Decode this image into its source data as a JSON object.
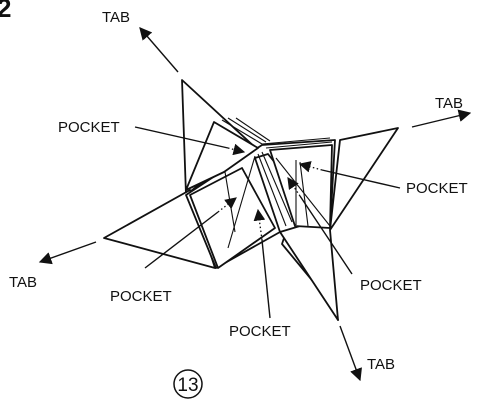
{
  "figure": {
    "corner_number": "2",
    "step_number": "13",
    "tab_labels": [
      "TAB",
      "TAB",
      "TAB",
      "TAB"
    ],
    "pocket_labels": [
      "POCKET",
      "POCKET",
      "POCKET",
      "POCKET",
      "POCKET"
    ]
  }
}
